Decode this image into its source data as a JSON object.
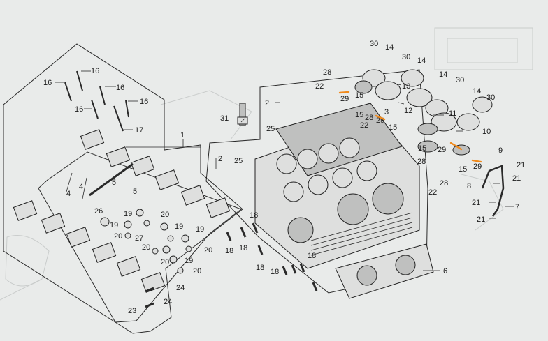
{
  "diagram": {
    "callouts": {
      "c1": "1",
      "c2a": "2",
      "c2b": "2",
      "c3": "3",
      "c4a": "4",
      "c4b": "4",
      "c5a": "5",
      "c5b": "5",
      "c6": "6",
      "c7": "7",
      "c8": "8",
      "c9": "9",
      "c10": "10",
      "c11": "11",
      "c12": "12",
      "c13": "13",
      "c14a": "14",
      "c14b": "14",
      "c14c": "14",
      "c14d": "14",
      "c15a": "15",
      "c15b": "15",
      "c15c": "15",
      "c15d": "15",
      "c15e": "15",
      "c16a": "16",
      "c16b": "16",
      "c16c": "16",
      "c16d": "16",
      "c16e": "16",
      "c17": "17",
      "c18a": "18",
      "c18b": "18",
      "c18c": "18",
      "c18d": "18",
      "c18e": "18",
      "c18f": "18",
      "c19a": "19",
      "c19b": "19",
      "c19c": "19",
      "c19d": "19",
      "c19e": "19",
      "c20a": "20",
      "c20b": "20",
      "c20c": "20",
      "c20d": "20",
      "c20e": "20",
      "c20f": "20",
      "c21a": "21",
      "c21b": "21",
      "c21c": "21",
      "c21d": "21",
      "c22a": "22",
      "c22b": "22",
      "c22c": "22",
      "c23": "23",
      "c24a": "24",
      "c24b": "24",
      "c25a": "25",
      "c25b": "25",
      "c26": "26",
      "c27": "27",
      "c28a": "28",
      "c28b": "28",
      "c28c": "28",
      "c28d": "28",
      "c29a": "29",
      "c29b": "29",
      "c29c": "29",
      "c29d": "29",
      "c30a": "30",
      "c30b": "30",
      "c30c": "30",
      "c30d": "30",
      "c31": "31"
    },
    "highlight_color": "#f08a1c"
  }
}
